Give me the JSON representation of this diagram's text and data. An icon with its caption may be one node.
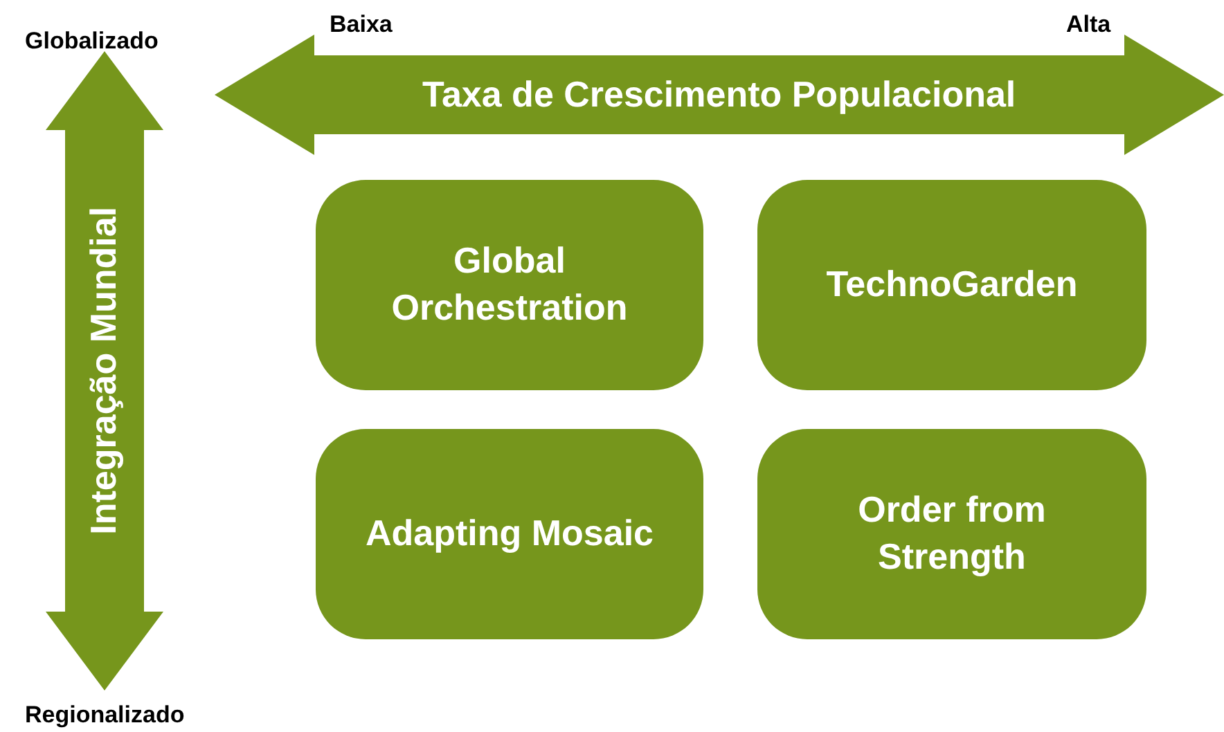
{
  "diagram": {
    "nodes": [
      {
        "text": [
          "Taxa de Crescimento Populacional"
        ]
      },
      {
        "text": [
          "Integração Mundial"
        ]
      },
      {
        "text": [
          "Global Orchestration"
        ]
      },
      {
        "text": [
          "TechnoGarden"
        ]
      },
      {
        "text": [
          "Adapting Mosaic"
        ]
      },
      {
        "text": [
          "Order from Strength"
        ]
      }
    ],
    "labels": [
      "Baixa",
      "Alta",
      "Globalizado",
      "Regionalizado"
    ]
  }
}
